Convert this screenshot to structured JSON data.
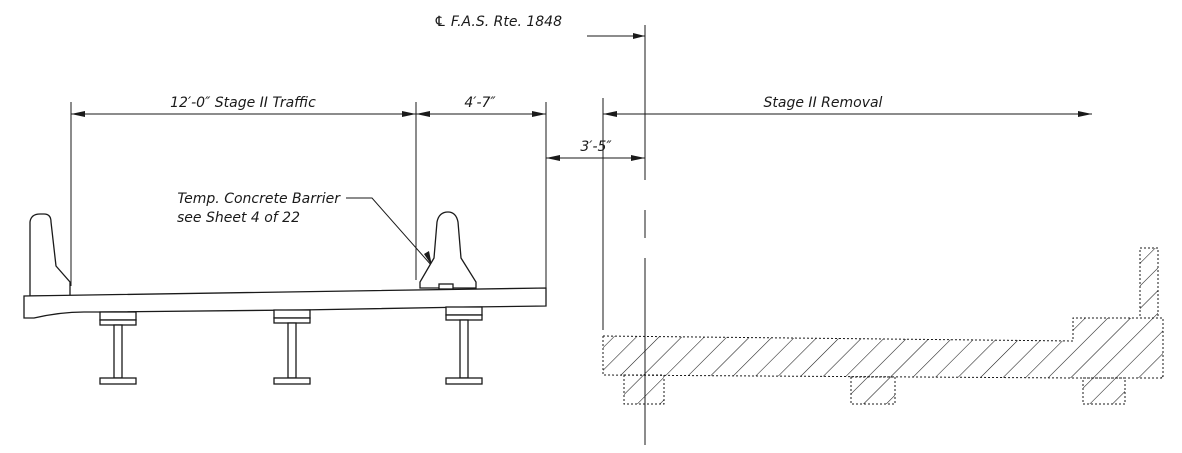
{
  "labels": {
    "centerline": "℄ F.A.S. Rte. 1848",
    "traffic_dim": "12′-0″ Stage II Traffic",
    "offset_dim": "4′-7″",
    "gap_dim": "3′-5″",
    "removal_dim": "Stage II Removal",
    "barrier_note_line1": "Temp. Concrete Barrier",
    "barrier_note_line2": "see Sheet 4 of 22"
  },
  "colors": {
    "ink": "#1a1a1a",
    "paper": "#ffffff"
  }
}
